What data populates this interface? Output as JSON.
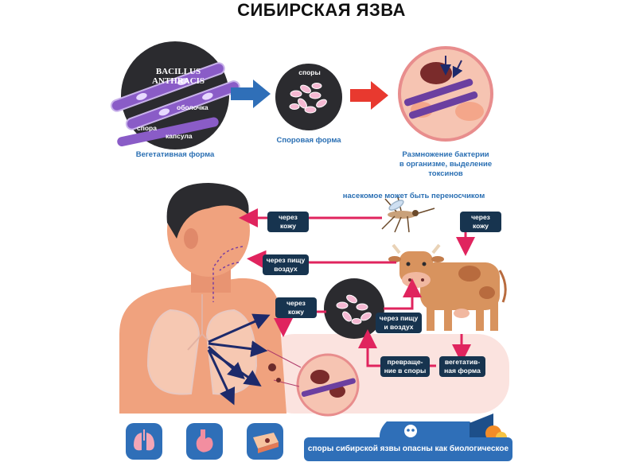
{
  "title": "СИБИРСКАЯ ЯЗВА",
  "stages": {
    "bacillus_name_line1": "BACILLUS",
    "bacillus_name_line2": "ANTHRACIS",
    "shell_label": "оболочка",
    "spore_label": "спора",
    "capsule_label": "капсула",
    "vegetative_caption": "Вегетативная форма",
    "spores_label": "споры",
    "spore_form_caption": "Споровая форма",
    "reproduction_caption_line1": "Размножение бактерии",
    "reproduction_caption_line2": "в организме, выделение",
    "reproduction_caption_line3": "токсинов"
  },
  "transmission": {
    "insect_note": "насекомое может быть переносчиком",
    "via_skin_top": "через кожу",
    "via_skin_right": "через кожу",
    "via_food_air_line1": "через пищу",
    "via_food_air_line2": "воздух",
    "via_skin_mid": "через кожу",
    "via_food_air2_line1": "через пищу",
    "via_food_air2_line2": "и воздух",
    "to_spore_line1": "превраще-",
    "to_spore_line2": "ние в споры",
    "vegetative_line1": "вегетатив-",
    "vegetative_line2": "ная форма"
  },
  "bottom_banner": "споры сибирской язвы опасны как биологическое оружие",
  "icons": [
    "lungs-icon",
    "stomach-icon",
    "skin-icon"
  ],
  "colors": {
    "accent_blue": "#2f6fb8",
    "arrow_pink": "#e0245e",
    "tag_navy": "#17344f",
    "skin": "#f0a27e",
    "bacteria_purple": "#6b3fa0"
  }
}
